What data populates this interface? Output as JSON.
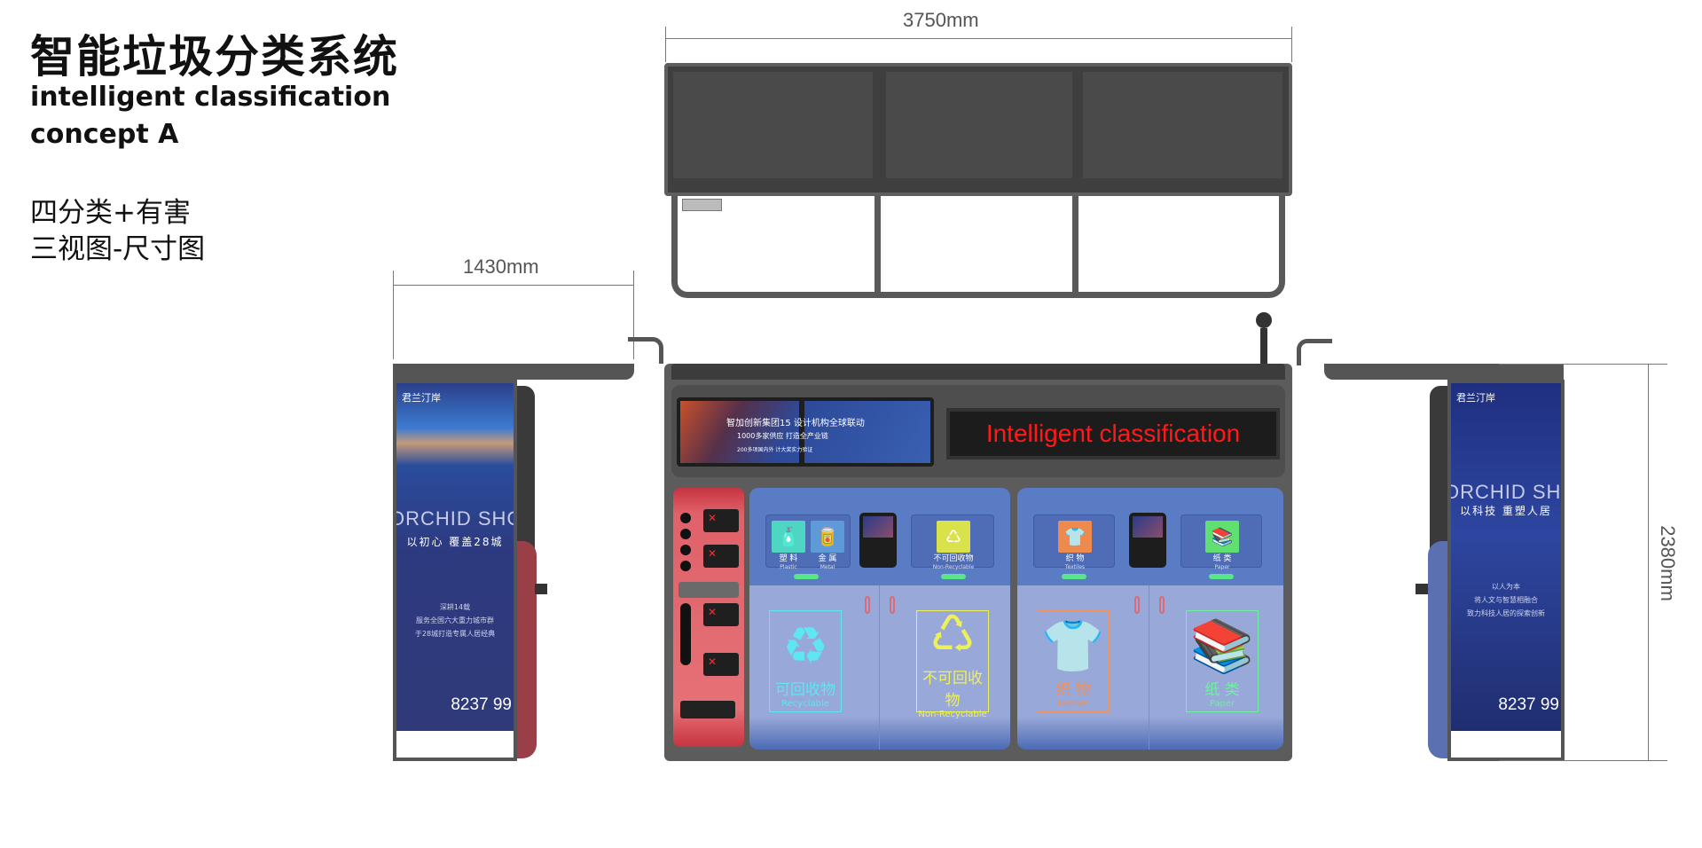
{
  "heading": {
    "title_cn": "智能垃圾分类系统",
    "title_en_line1": "intelligent classification",
    "title_en_line2": "concept A",
    "subtitle_line1": "四分类+有害",
    "subtitle_line2": "三视图-尺寸图"
  },
  "dimensions": {
    "top_width": "3750mm",
    "side_depth": "1430mm",
    "height": "2380mm"
  },
  "front_view": {
    "ad_screen": {
      "line1": "智加创新集团15  设计机构全球联动",
      "line2": "1000多家供应  打造全产业链",
      "line3": "200多项国内外  计大奖实力验证"
    },
    "led_display": "Intelligent classification",
    "led_color": "#ff1a1a",
    "bin_groups": [
      {
        "slots": [
          {
            "cn": "塑 料",
            "en": "Plastic",
            "color": "#4fd6c2"
          },
          {
            "cn": "金 属",
            "en": "Metal",
            "color": "#5f9ad8"
          },
          {
            "cn": "不可回收物",
            "en": "Non-Recyclable",
            "color": "#d9e24a"
          }
        ],
        "doors": [
          {
            "cn": "可回收物",
            "en": "Recyclable",
            "color": "#5ee6f2",
            "icon": "recycle-icon"
          },
          {
            "cn": "不可回收物",
            "en": "Non-Recyclable",
            "color": "#eef05a",
            "icon": "non-recycle-icon"
          }
        ]
      },
      {
        "slots": [
          {
            "cn": "织 物",
            "en": "Textiles",
            "color": "#ef8a4e"
          },
          {
            "cn": "纸 类",
            "en": "Paper",
            "color": "#5fe070"
          }
        ],
        "doors": [
          {
            "cn": "织 物",
            "en": "Textiles",
            "color": "#f0905a",
            "icon": "tshirt-icon"
          },
          {
            "cn": "纸 类",
            "en": "Paper",
            "color": "#6ff0a0",
            "icon": "paper-stack-icon"
          }
        ]
      }
    ],
    "hazardous_colors": {
      "body": "#e0616a",
      "top": "#c63440"
    }
  },
  "side_posters": {
    "left": {
      "brand": "君兰汀岸",
      "headline": "ORCHID SHORE",
      "slogan": "以初心 覆盖28城",
      "body": [
        "深耕14载",
        "服务全国六大重力城市群",
        "于28城打造专属人居经典"
      ],
      "phone": "8237 99"
    },
    "right": {
      "brand": "君兰汀岸",
      "headline": "ORCHID SHORE",
      "slogan": "以科技 重塑人居",
      "body": [
        "以人为本",
        "将人文与智慧相融合",
        "致力科技人居的探索创新"
      ],
      "phone": "8237 99"
    }
  }
}
